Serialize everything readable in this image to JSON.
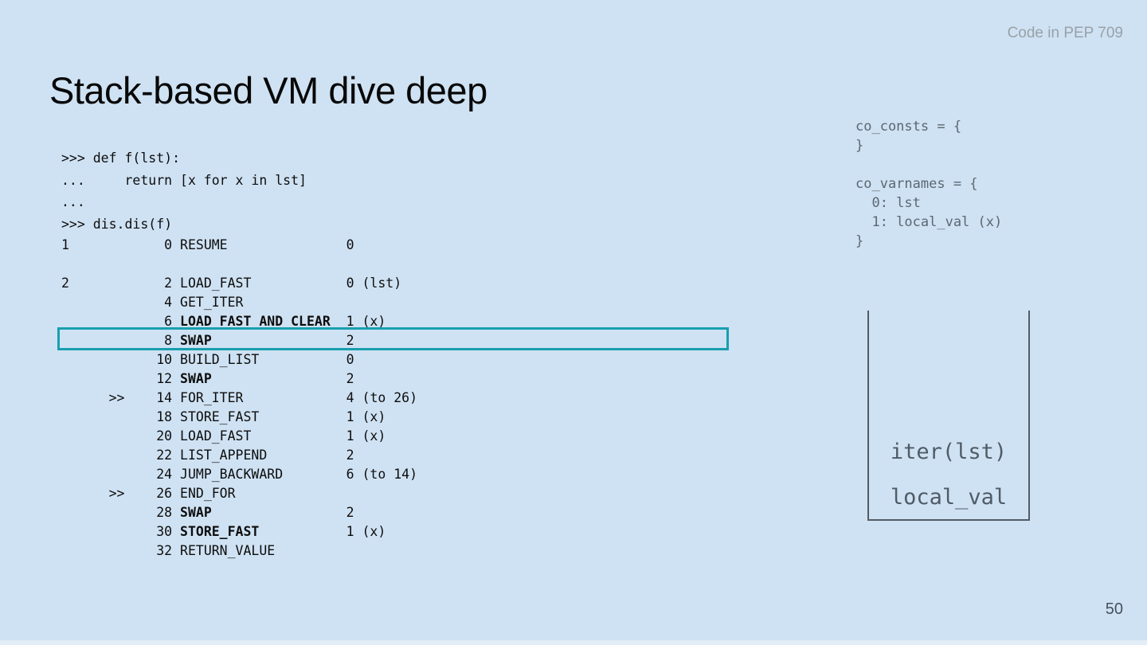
{
  "slide": {
    "corner_label": "Code in PEP 709",
    "title": "Stack-based VM dive deep",
    "page_number": "50"
  },
  "colors": {
    "background": "#cfe2f3",
    "title_text": "#080808",
    "code_text": "#0d0d0d",
    "highlight_border": "#189fae",
    "panel_text": "#5c6772",
    "stack_border": "#555b63",
    "stack_text": "#505b66",
    "corner_label": "#99a1a8",
    "page_number": "#46525c"
  },
  "code": {
    "repl_lines": [
      ">>> def f(lst):",
      "...     return [x for x in lst]",
      "...",
      ">>> dis.dis(f)"
    ],
    "dis_lines": [
      {
        "pre": "1            0 ",
        "op": "RESUME",
        "post": "               0",
        "bold": false
      },
      {
        "blank": true
      },
      {
        "pre": "2            2 ",
        "op": "LOAD_FAST",
        "post": "            0 (lst)",
        "bold": false
      },
      {
        "pre": "             4 ",
        "op": "GET_ITER",
        "post": "",
        "bold": false
      },
      {
        "pre": "             6 ",
        "op": "LOAD_FAST_AND_CLEAR",
        "post": "  1 (x)",
        "bold": true
      },
      {
        "pre": "             8 ",
        "op": "SWAP",
        "post": "                 2",
        "bold": true,
        "highlighted": true
      },
      {
        "pre": "            10 ",
        "op": "BUILD_LIST",
        "post": "           0",
        "bold": false
      },
      {
        "pre": "            12 ",
        "op": "SWAP",
        "post": "                 2",
        "bold": true
      },
      {
        "pre": "      >>    14 ",
        "op": "FOR_ITER",
        "post": "             4 (to 26)",
        "bold": false
      },
      {
        "pre": "            18 ",
        "op": "STORE_FAST",
        "post": "           1 (x)",
        "bold": false
      },
      {
        "pre": "            20 ",
        "op": "LOAD_FAST",
        "post": "            1 (x)",
        "bold": false
      },
      {
        "pre": "            22 ",
        "op": "LIST_APPEND",
        "post": "          2",
        "bold": false
      },
      {
        "pre": "            24 ",
        "op": "JUMP_BACKWARD",
        "post": "        6 (to 14)",
        "bold": false
      },
      {
        "pre": "      >>    26 ",
        "op": "END_FOR",
        "post": "",
        "bold": false
      },
      {
        "pre": "            28 ",
        "op": "SWAP",
        "post": "                 2",
        "bold": true
      },
      {
        "pre": "            30 ",
        "op": "STORE_FAST",
        "post": "           1 (x)",
        "bold": true
      },
      {
        "pre": "            32 ",
        "op": "RETURN_VALUE",
        "post": "",
        "bold": false
      }
    ]
  },
  "code_object_panel": {
    "lines": [
      "co_consts = {",
      "}",
      "",
      "co_varnames = {",
      "  0: lst",
      "  1: local_val (x)",
      "}"
    ]
  },
  "stack": {
    "items": [
      "iter(lst)",
      "local_val"
    ]
  }
}
